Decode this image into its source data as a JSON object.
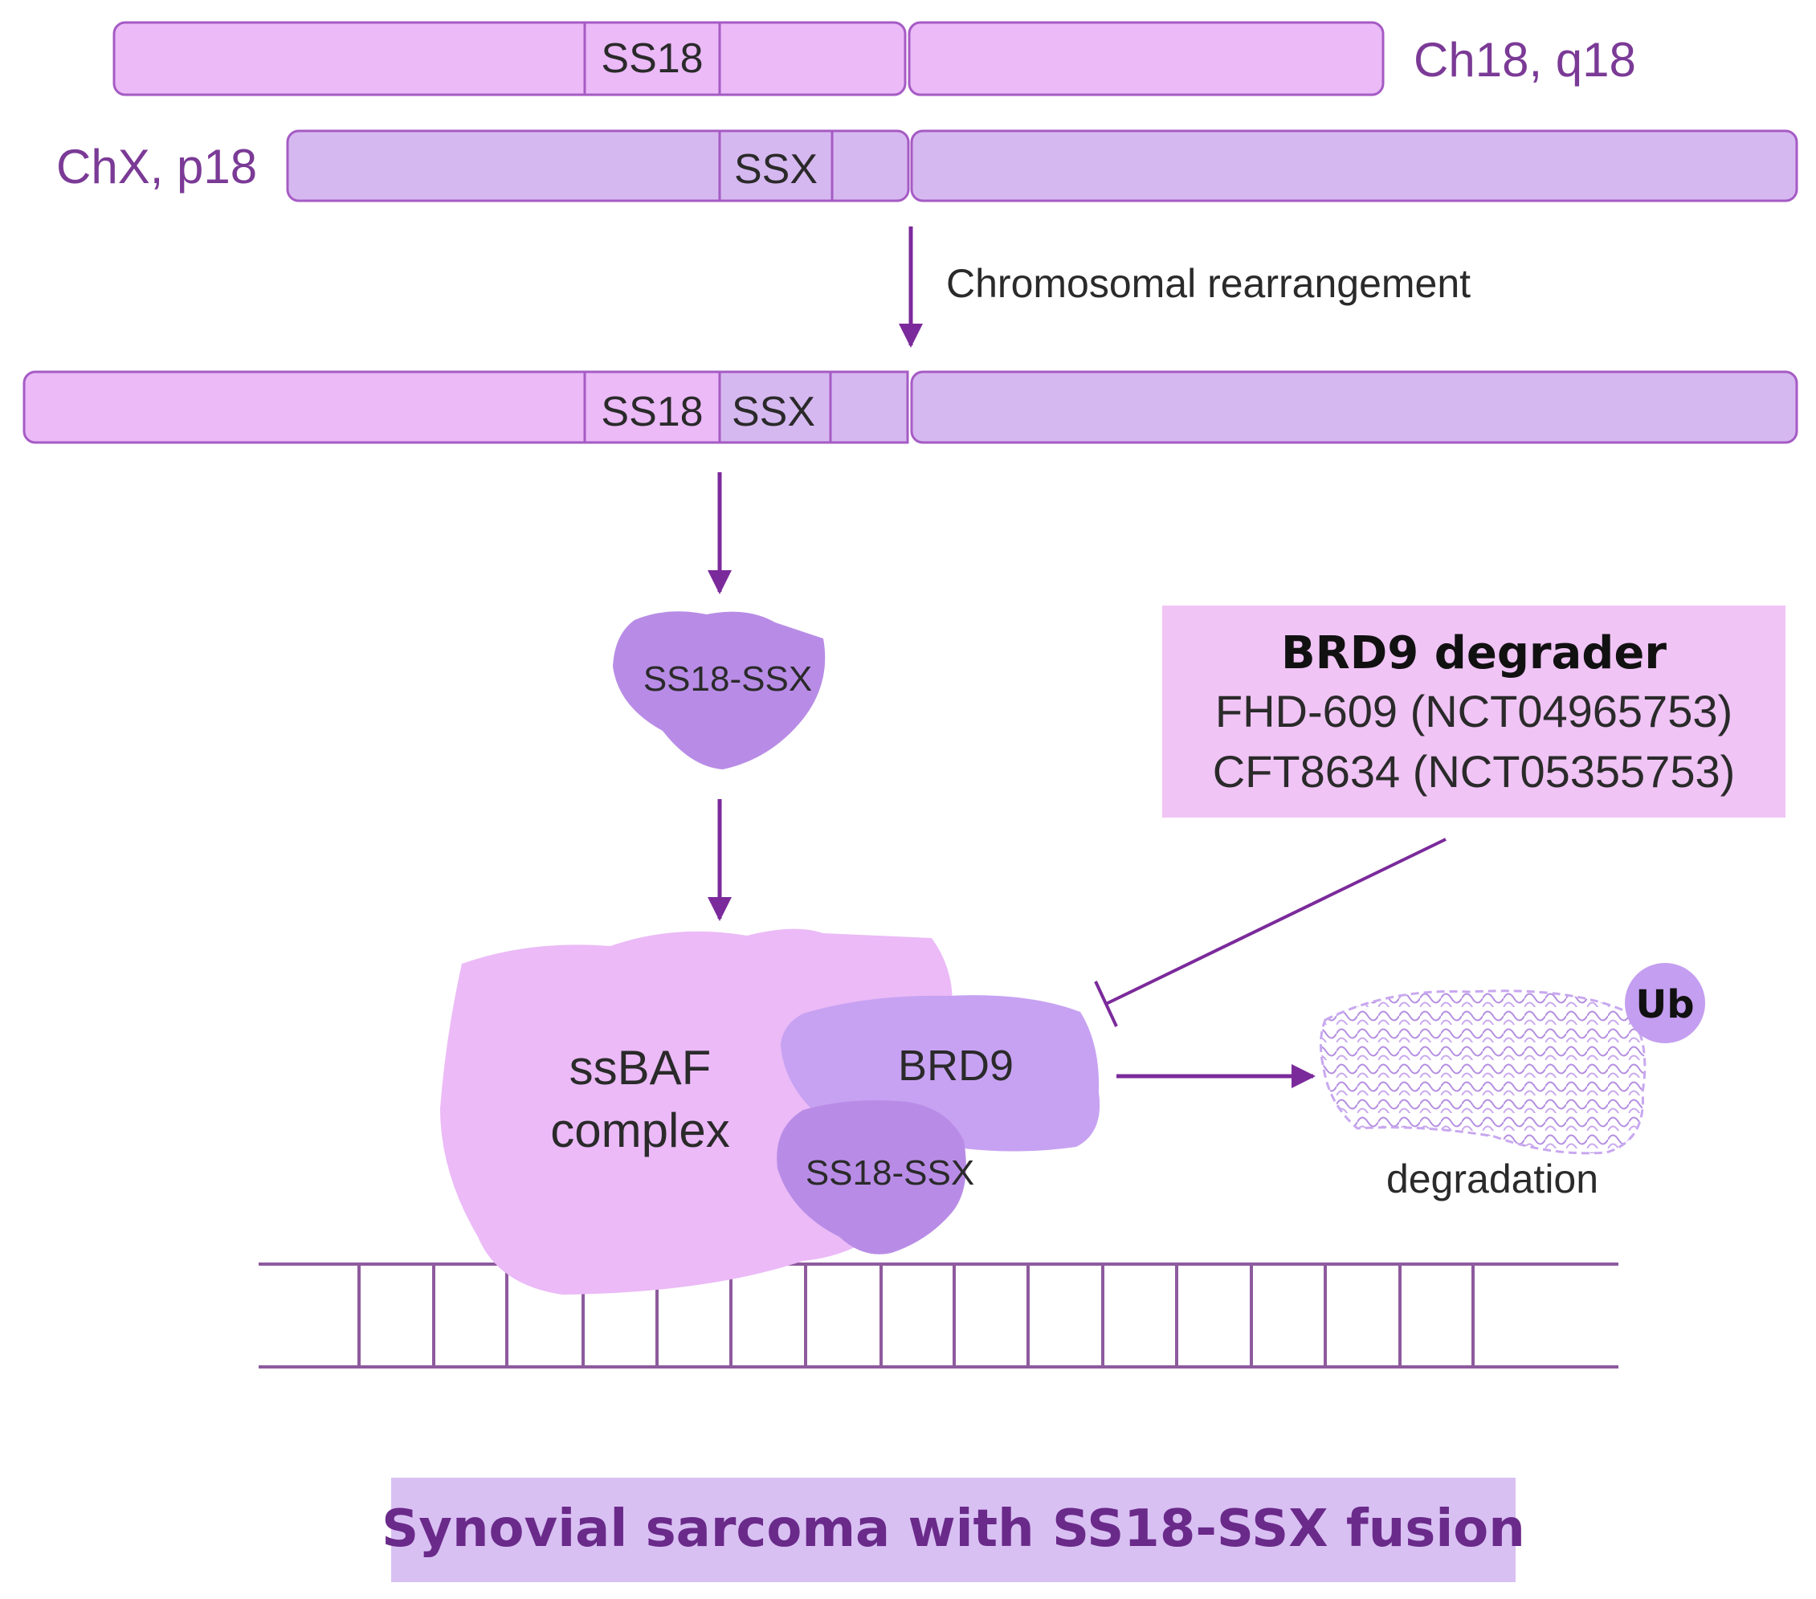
{
  "chromosomes": {
    "ch18_label": "Ch18, q18",
    "chx_label": "ChX, p18",
    "ss18_segment": "SS18",
    "ssx_segment": "SSX"
  },
  "rearrangement": {
    "label": "Chromosomal rearrangement",
    "fusion_ss18": "SS18",
    "fusion_ssx": "SSX"
  },
  "fusion_protein": {
    "label": "SS18-SSX"
  },
  "complex": {
    "ssbaf_line1": "ssBAF",
    "ssbaf_line2": "complex",
    "brd9": "BRD9",
    "fusion_in_complex": "SS18-SSX"
  },
  "degrader_box": {
    "title": "BRD9 degrader",
    "drug1": "FHD-609 (NCT04965753)",
    "drug2": "CFT8634 (NCT05355753)"
  },
  "degradation": {
    "ub": "Ub",
    "label": "degradation"
  },
  "banner": {
    "title": "Synovial sarcoma with SS18-SSX fusion"
  },
  "colors": {
    "pink": "#ebbaf7",
    "lavender": "#d6b8f0",
    "purple_dark": "#7b2a9b",
    "protein": "#b88ce6",
    "brd9": "#c7a2f2",
    "box_pink": "#f0c4f5",
    "banner_bg": "#d9c0f3",
    "text_purple": "#6a2a8a"
  }
}
